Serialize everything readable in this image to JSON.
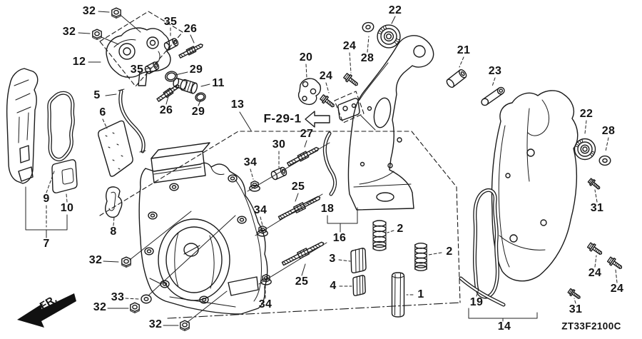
{
  "diagram": {
    "code": "ZT33F2100C",
    "reference": {
      "label": "F-29-1"
    },
    "direction": {
      "label": "FR."
    },
    "line_color": "#1a1a1a",
    "background_color": "#ffffff"
  },
  "part_labels": [
    {
      "part": "32"
    },
    {
      "part": "32"
    },
    {
      "part": "12"
    },
    {
      "part": "35"
    },
    {
      "part": "26"
    },
    {
      "part": "35"
    },
    {
      "part": "29"
    },
    {
      "part": "11"
    },
    {
      "part": "5"
    },
    {
      "part": "6"
    },
    {
      "part": "26"
    },
    {
      "part": "29"
    },
    {
      "part": "13"
    },
    {
      "part": "20"
    },
    {
      "part": "24"
    },
    {
      "part": "24"
    },
    {
      "part": "28"
    },
    {
      "part": "22"
    },
    {
      "part": "21"
    },
    {
      "part": "23"
    },
    {
      "part": "22"
    },
    {
      "part": "28"
    },
    {
      "part": "27"
    },
    {
      "part": "30"
    },
    {
      "part": "34"
    },
    {
      "part": "25"
    },
    {
      "part": "34"
    },
    {
      "part": "18"
    },
    {
      "part": "16"
    },
    {
      "part": "2"
    },
    {
      "part": "2"
    },
    {
      "part": "3"
    },
    {
      "part": "4"
    },
    {
      "part": "25"
    },
    {
      "part": "34"
    },
    {
      "part": "1"
    },
    {
      "part": "9"
    },
    {
      "part": "10"
    },
    {
      "part": "7"
    },
    {
      "part": "8"
    },
    {
      "part": "32"
    },
    {
      "part": "33"
    },
    {
      "part": "32"
    },
    {
      "part": "32"
    },
    {
      "part": "19"
    },
    {
      "part": "14"
    },
    {
      "part": "31"
    },
    {
      "part": "24"
    },
    {
      "part": "24"
    },
    {
      "part": "31"
    }
  ]
}
